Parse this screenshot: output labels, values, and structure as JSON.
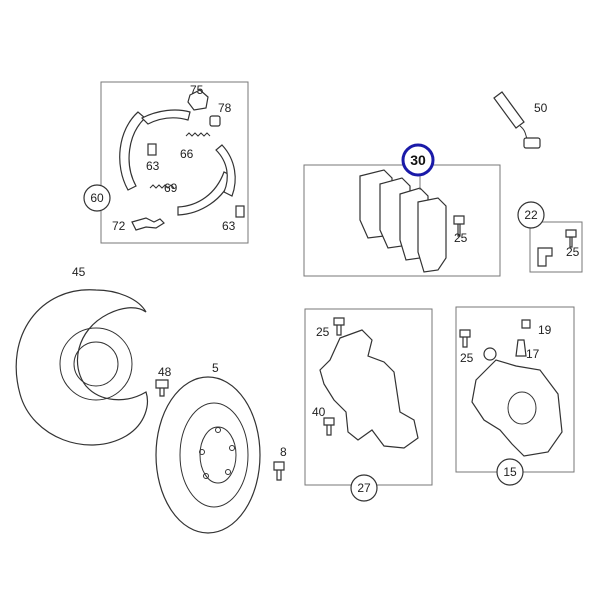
{
  "callouts": {
    "c5": "5",
    "c8": "8",
    "c15": "15",
    "c17": "17",
    "c19": "19",
    "c22": "22",
    "c25a": "25",
    "c25b": "25",
    "c25c": "25",
    "c25d": "25",
    "c27": "27",
    "c30": "30",
    "c40": "40",
    "c45": "45",
    "c48": "48",
    "c50": "50",
    "c60": "60",
    "c63a": "63",
    "c63b": "63",
    "c66": "66",
    "c69": "69",
    "c72": "72",
    "c75": "75",
    "c78": "78"
  },
  "highlight": {
    "callout": "30",
    "color": "#1a1aa8"
  }
}
